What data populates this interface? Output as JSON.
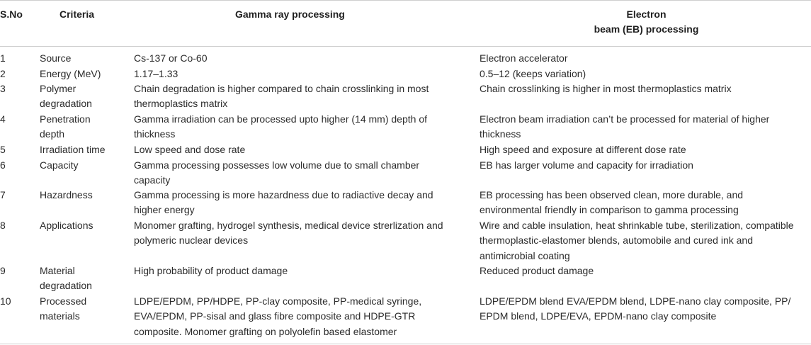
{
  "header": {
    "sno": "S.No",
    "criteria": "Criteria",
    "gamma": "Gamma ray processing",
    "eb_line1": "Electron",
    "eb_line2": "beam (EB) processing"
  },
  "rows": [
    {
      "sno": "1",
      "criteria": [
        "Source"
      ],
      "gamma": [
        "Cs-137 or Co-60"
      ],
      "eb": [
        "Electron accelerator"
      ]
    },
    {
      "sno": "2",
      "criteria": [
        "Energy (MeV)"
      ],
      "gamma": [
        "1.17–1.33"
      ],
      "eb": [
        "0.5–12 (keeps variation)"
      ]
    },
    {
      "sno": "3",
      "criteria": [
        "Polymer",
        "degradation"
      ],
      "gamma": [
        "Chain degradation is higher compared to chain crosslinking in most",
        "thermoplastics matrix"
      ],
      "eb": [
        "Chain crosslinking is higher in most thermoplastics matrix"
      ]
    },
    {
      "sno": "4",
      "criteria": [
        "Penetration",
        "depth"
      ],
      "gamma": [
        "Gamma irradiation can be processed upto higher (14 mm) depth of",
        "thickness"
      ],
      "eb": [
        "Electron beam irradiation can’t be processed for material of higher",
        "thickness"
      ]
    },
    {
      "sno": "5",
      "criteria": [
        "Irradiation time"
      ],
      "gamma": [
        "Low speed and dose rate"
      ],
      "eb": [
        "High speed and exposure at different dose rate"
      ]
    },
    {
      "sno": "6",
      "criteria": [
        "Capacity"
      ],
      "gamma": [
        "Gamma processing possesses low volume due to small chamber",
        "capacity"
      ],
      "eb": [
        "EB has larger volume and capacity for irradiation"
      ]
    },
    {
      "sno": "7",
      "criteria": [
        "Hazardness"
      ],
      "gamma": [
        "Gamma processing is more hazardness due to radiactive decay and",
        "higher energy"
      ],
      "eb": [
        "EB processing has been observed clean, more durable, and",
        "environmental friendly in comparison to gamma processing"
      ]
    },
    {
      "sno": "8",
      "criteria": [
        "Applications"
      ],
      "gamma": [
        "Monomer grafting, hydrogel synthesis, medical device strerlization and",
        "polymeric nuclear devices"
      ],
      "eb": [
        "Wire and cable insulation, heat shrinkable tube, sterilization, compatible",
        "thermoplastic-elastomer blends, automobile and cured ink and",
        "antimicrobial coating"
      ]
    },
    {
      "sno": "9",
      "criteria": [
        "Material",
        "degradation"
      ],
      "gamma": [
        "High probability of product damage"
      ],
      "eb": [
        "Reduced product damage"
      ]
    },
    {
      "sno": "10",
      "criteria": [
        "Processed",
        "materials"
      ],
      "gamma": [
        "LDPE/EPDM, PP/HDPE, PP-clay composite, PP-medical syringe,",
        "EVA/EPDM, PP-sisal and glass fibre composite and HDPE-GTR",
        "composite. Monomer grafting on polyolefin based elastomer"
      ],
      "eb": [
        "LDPE/EPDM blend EVA/EPDM blend, LDPE-nano clay composite, PP/",
        "EPDM blend, LDPE/EVA, EPDM-nano clay composite"
      ]
    }
  ]
}
